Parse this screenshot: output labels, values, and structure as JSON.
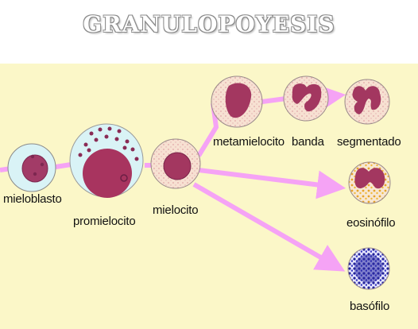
{
  "title": "GRANULOPOYESIS",
  "colors": {
    "background_panel": "#fbf7c8",
    "arrow": "#f5a3f5",
    "cell_cytoplasm_light": "#d9f3f6",
    "cell_cytoplasm_warm": "#f6dccb",
    "nucleus": "#a8345f",
    "granules_eosinophil": "#e0a020",
    "granules_basophil": "#2a2a9a"
  },
  "cells": [
    {
      "id": "mieloblasto",
      "label": "mieloblasto"
    },
    {
      "id": "promielocito",
      "label": "promielocito"
    },
    {
      "id": "mielocito",
      "label": "mielocito"
    },
    {
      "id": "metamielocito",
      "label": "metamielocito"
    },
    {
      "id": "banda",
      "label": "banda"
    },
    {
      "id": "segmentado",
      "label": "segmentado"
    },
    {
      "id": "eosinofilo",
      "label": "eosinófilo"
    },
    {
      "id": "basofilo",
      "label": "basófilo"
    }
  ],
  "icons": {
    "arrow": "arrow-right-icon"
  }
}
